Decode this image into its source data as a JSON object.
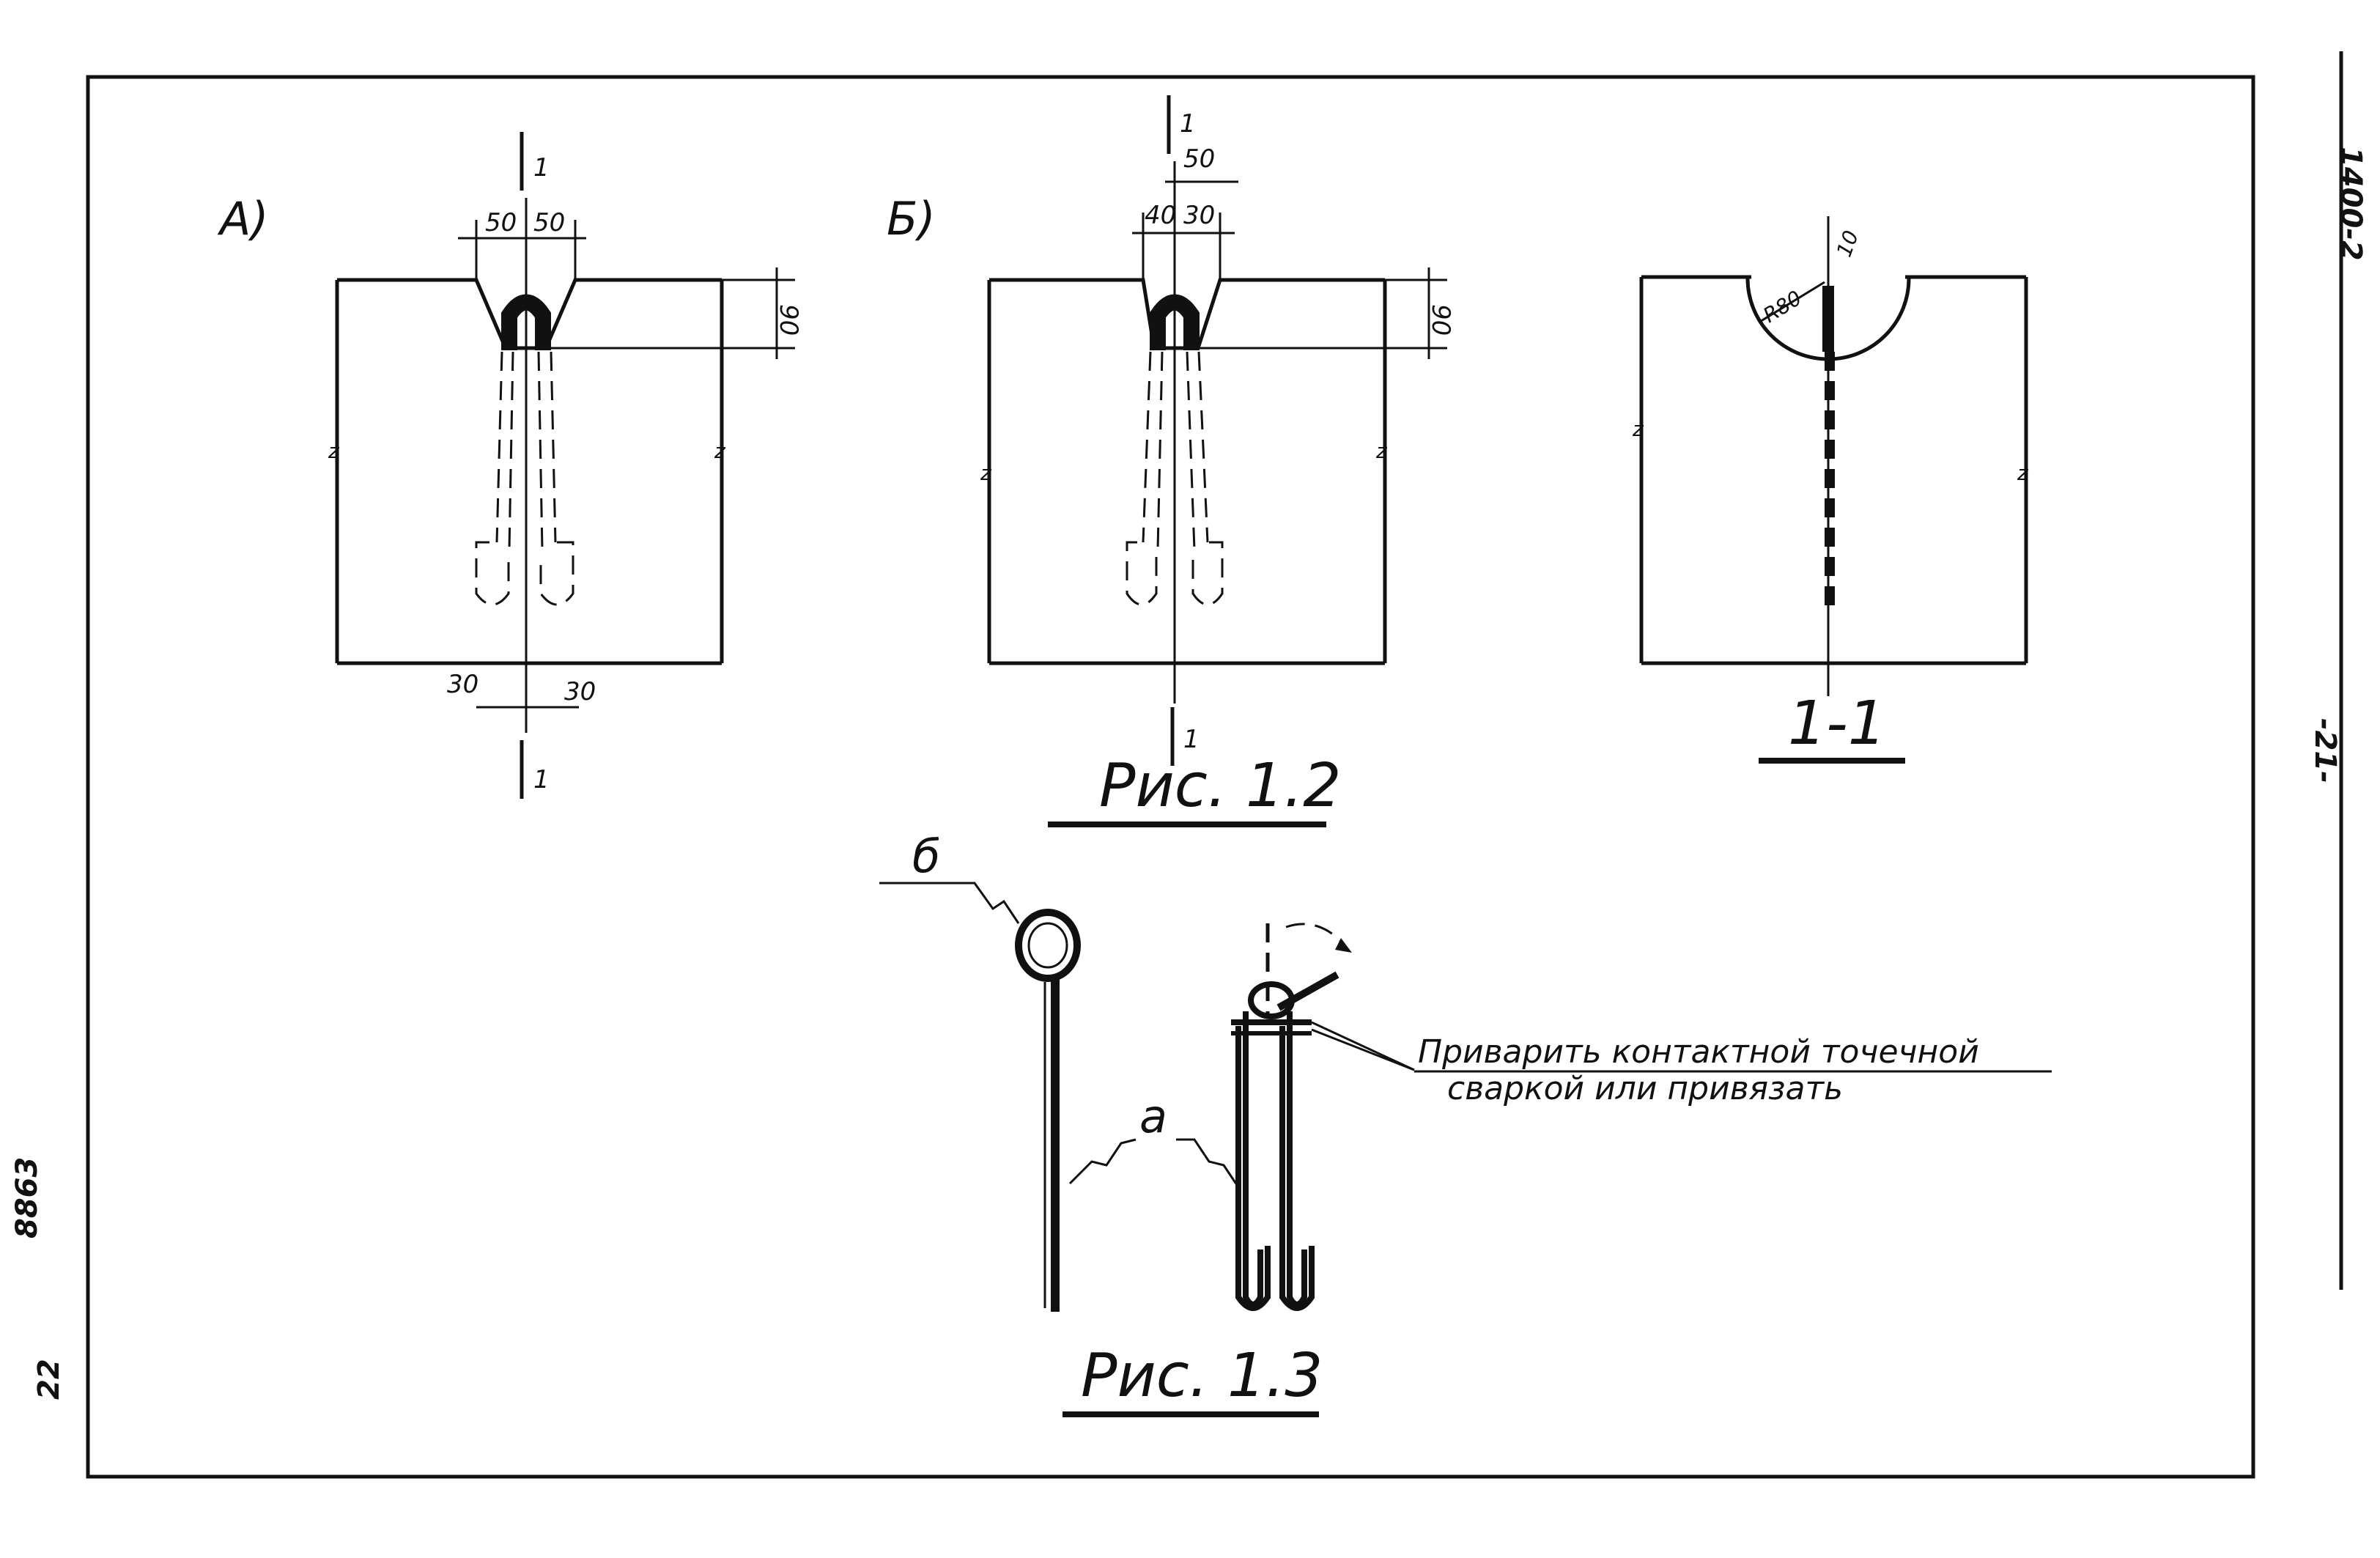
{
  "drawing_code": "1400-2",
  "page_number": "-21-",
  "margin_left_top": "8863",
  "margin_left_bottom": "22",
  "fig_1_2": {
    "caption": "Рис. 1.2",
    "view_a": {
      "label": "A)",
      "dim_top_left": "50",
      "dim_top_right": "50",
      "dim_depth": "90",
      "dim_bottom_left": "30",
      "dim_bottom_right": "30",
      "section_mark": "1",
      "break_mark": "z"
    },
    "view_b": {
      "label": "Б)",
      "dim_top_outer": "50",
      "dim_top_left": "40",
      "dim_top_right": "30",
      "dim_depth": "90",
      "section_mark": "1",
      "break_mark": "z"
    },
    "section_1_1": {
      "title": "1-1",
      "dim_radius": "R80",
      "dim_offset": "10",
      "break_mark": "z"
    }
  },
  "fig_1_3": {
    "caption": "Рис. 1.3",
    "label_b": "б",
    "label_a": "а",
    "note_line1": "Приварить контактной точечной",
    "note_line2": "сваркой или привязать"
  }
}
